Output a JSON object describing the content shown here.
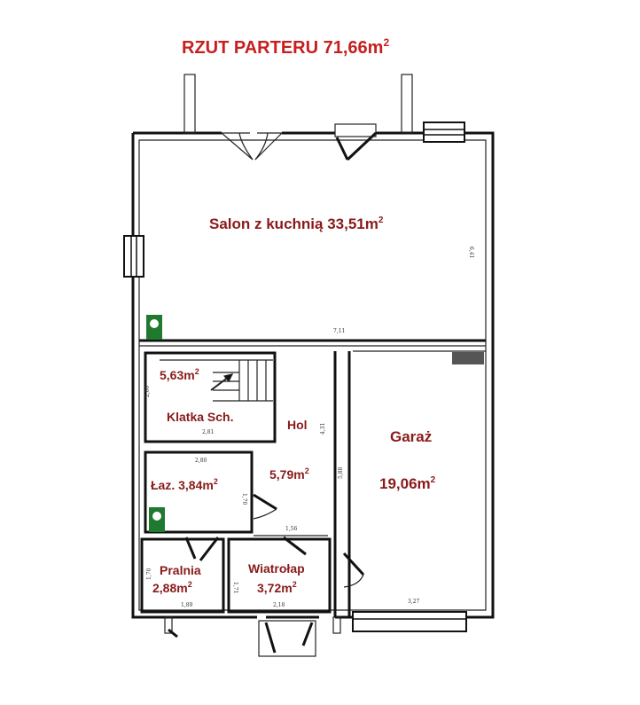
{
  "title": {
    "text": "RZUT PARTERU 71,66m",
    "sup": "2"
  },
  "rooms": {
    "salon": {
      "name": "Salon z kuchnią 33,51m",
      "sup": "2"
    },
    "klatka_area": {
      "name": "5,63m",
      "sup": "2"
    },
    "klatka": {
      "name": "Klatka Sch."
    },
    "hol": {
      "name": "Hol"
    },
    "hol_area": {
      "name": "5,79m",
      "sup": "2"
    },
    "garaz": {
      "name": "Garaż"
    },
    "garaz_area": {
      "name": "19,06m",
      "sup": "2"
    },
    "lazienka": {
      "name": "Łaz. 3,84m",
      "sup": "2"
    },
    "pralnia": {
      "name": "Pralnia"
    },
    "pralnia_area": {
      "name": "2,88m",
      "sup": "2"
    },
    "wiatrolap": {
      "name": "Wiatrołap"
    },
    "wiatrolap_area": {
      "name": "3,72m",
      "sup": "2"
    }
  },
  "dimensions": {
    "salon_width": "7,11",
    "salon_depth": "6,41",
    "klatka_width": "2,81",
    "klatka_depth": "2,00",
    "hol_depth": "4,31",
    "garaz_depth": "5,88",
    "garaz_width": "3,27",
    "laz_width": "2,80",
    "laz_depth": "1,70",
    "hol_width": "1,56",
    "pralnia_width": "1,89",
    "pralnia_depth": "1,70",
    "wiatrolap_width": "2,18",
    "wiatrolap_depth": "1,71"
  },
  "colors": {
    "title": "#c81e1e",
    "label": "#8a1a1a",
    "wall": "#111111"
  }
}
